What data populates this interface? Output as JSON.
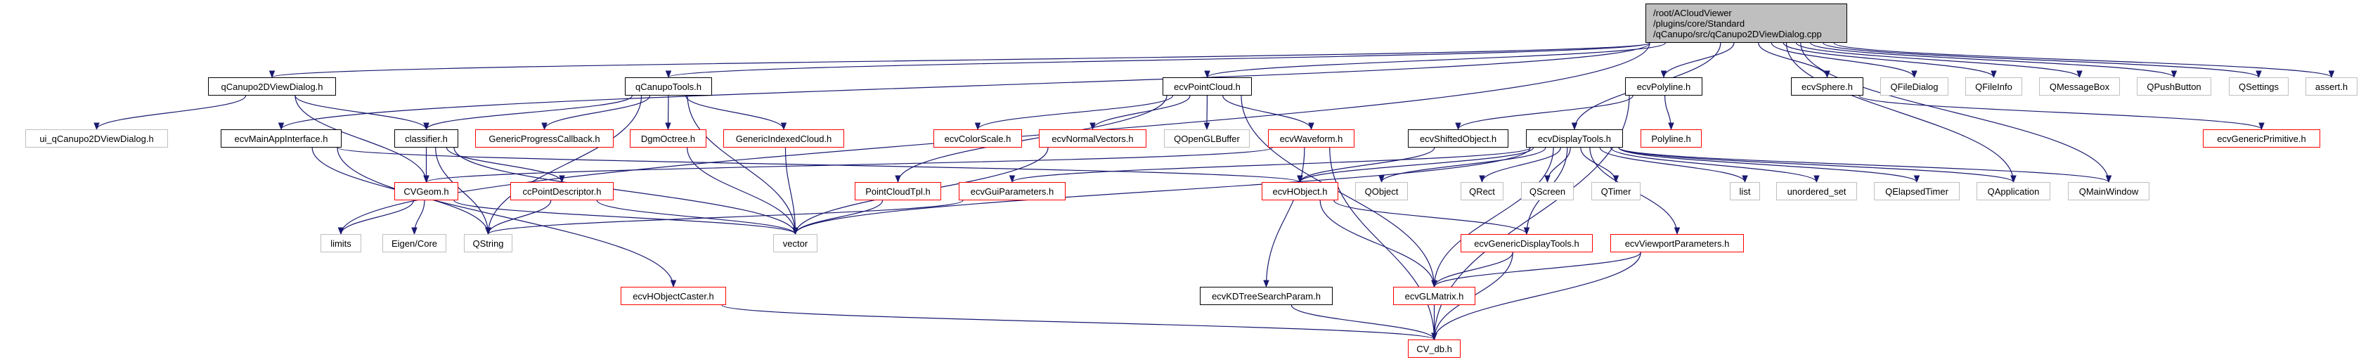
{
  "colors": {
    "edge": "#191970",
    "documented": "#000000",
    "undocumented": "#ff0000",
    "external": "#bfbfbf",
    "root_fill": "#bfbfbf"
  },
  "root": {
    "id": "root",
    "lines": [
      "/root/ACloudViewer",
      "/plugins/core/Standard",
      "/qCanupo/src/qCanupo2DViewDialog.cpp"
    ]
  },
  "nodes": [
    {
      "id": "qCanupo2DViewDialog",
      "label": "qCanupo2DViewDialog.h",
      "kind": "black"
    },
    {
      "id": "qCanupoTools",
      "label": "qCanupoTools.h",
      "kind": "black"
    },
    {
      "id": "ecvPointCloud",
      "label": "ecvPointCloud.h",
      "kind": "black"
    },
    {
      "id": "ecvPolyline",
      "label": "ecvPolyline.h",
      "kind": "black"
    },
    {
      "id": "ecvSphere",
      "label": "ecvSphere.h",
      "kind": "black"
    },
    {
      "id": "QFileDialog",
      "label": "QFileDialog",
      "kind": "gray"
    },
    {
      "id": "QFileInfo",
      "label": "QFileInfo",
      "kind": "gray"
    },
    {
      "id": "QMessageBox",
      "label": "QMessageBox",
      "kind": "gray"
    },
    {
      "id": "QPushButton",
      "label": "QPushButton",
      "kind": "gray"
    },
    {
      "id": "QSettings",
      "label": "QSettings",
      "kind": "gray"
    },
    {
      "id": "assert",
      "label": "assert.h",
      "kind": "gray"
    },
    {
      "id": "ui_qCanupo2DViewDialog",
      "label": "ui_qCanupo2DViewDialog.h",
      "kind": "gray"
    },
    {
      "id": "ecvMainAppInterface",
      "label": "ecvMainAppInterface.h",
      "kind": "black"
    },
    {
      "id": "classifier",
      "label": "classifier.h",
      "kind": "black"
    },
    {
      "id": "GenericProgressCallback",
      "label": "GenericProgressCallback.h",
      "kind": "red"
    },
    {
      "id": "DgmOctree",
      "label": "DgmOctree.h",
      "kind": "red"
    },
    {
      "id": "GenericIndexedCloud",
      "label": "GenericIndexedCloud.h",
      "kind": "red"
    },
    {
      "id": "ecvColorScale",
      "label": "ecvColorScale.h",
      "kind": "red"
    },
    {
      "id": "ecvNormalVectors",
      "label": "ecvNormalVectors.h",
      "kind": "red"
    },
    {
      "id": "QOpenGLBuffer",
      "label": "QOpenGLBuffer",
      "kind": "gray"
    },
    {
      "id": "ecvWaveform",
      "label": "ecvWaveform.h",
      "kind": "red"
    },
    {
      "id": "ecvShiftedObject",
      "label": "ecvShiftedObject.h",
      "kind": "black"
    },
    {
      "id": "ecvDisplayTools",
      "label": "ecvDisplayTools.h",
      "kind": "black"
    },
    {
      "id": "Polyline",
      "label": "Polyline.h",
      "kind": "red"
    },
    {
      "id": "ecvGenericPrimitive",
      "label": "ecvGenericPrimitive.h",
      "kind": "red"
    },
    {
      "id": "CVGeom",
      "label": "CVGeom.h",
      "kind": "red"
    },
    {
      "id": "ccPointDescriptor",
      "label": "ccPointDescriptor.h",
      "kind": "red"
    },
    {
      "id": "PointCloudTpl",
      "label": "PointCloudTpl.h",
      "kind": "red"
    },
    {
      "id": "ecvGuiParameters",
      "label": "ecvGuiParameters.h",
      "kind": "red"
    },
    {
      "id": "ecvHObject",
      "label": "ecvHObject.h",
      "kind": "red"
    },
    {
      "id": "QObject",
      "label": "QObject",
      "kind": "gray"
    },
    {
      "id": "QRect",
      "label": "QRect",
      "kind": "gray"
    },
    {
      "id": "QScreen",
      "label": "QScreen",
      "kind": "gray"
    },
    {
      "id": "QTimer",
      "label": "QTimer",
      "kind": "gray"
    },
    {
      "id": "list",
      "label": "list",
      "kind": "gray"
    },
    {
      "id": "unordered_set",
      "label": "unordered_set",
      "kind": "gray"
    },
    {
      "id": "QElapsedTimer",
      "label": "QElapsedTimer",
      "kind": "gray"
    },
    {
      "id": "QApplication",
      "label": "QApplication",
      "kind": "gray"
    },
    {
      "id": "QMainWindow",
      "label": "QMainWindow",
      "kind": "gray"
    },
    {
      "id": "limits",
      "label": "limits",
      "kind": "gray"
    },
    {
      "id": "EigenCore",
      "label": "Eigen/Core",
      "kind": "gray"
    },
    {
      "id": "QString",
      "label": "QString",
      "kind": "gray"
    },
    {
      "id": "vector",
      "label": "vector",
      "kind": "gray"
    },
    {
      "id": "ecvGenericDisplayTools",
      "label": "ecvGenericDisplayTools.h",
      "kind": "red"
    },
    {
      "id": "ecvViewportParameters",
      "label": "ecvViewportParameters.h",
      "kind": "red"
    },
    {
      "id": "ecvHObjectCaster",
      "label": "ecvHObjectCaster.h",
      "kind": "red"
    },
    {
      "id": "ecvKDTreeSearchParam",
      "label": "ecvKDTreeSearchParam.h",
      "kind": "black"
    },
    {
      "id": "ecvGLMatrix",
      "label": "ecvGLMatrix.h",
      "kind": "red"
    },
    {
      "id": "CV_db",
      "label": "CV_db.h",
      "kind": "red"
    }
  ],
  "edges": [
    [
      "root",
      "qCanupo2DViewDialog"
    ],
    [
      "root",
      "qCanupoTools"
    ],
    [
      "root",
      "ecvMainAppInterface"
    ],
    [
      "root",
      "limits"
    ],
    [
      "root",
      "ecvPointCloud"
    ],
    [
      "root",
      "ecvPolyline"
    ],
    [
      "root",
      "ecvDisplayTools"
    ],
    [
      "root",
      "ecvSphere"
    ],
    [
      "root",
      "QFileDialog"
    ],
    [
      "root",
      "QFileInfo"
    ],
    [
      "root",
      "QMessageBox"
    ],
    [
      "root",
      "QPushButton"
    ],
    [
      "root",
      "QSettings"
    ],
    [
      "root",
      "assert"
    ],
    [
      "root",
      "QApplication"
    ],
    [
      "root",
      "QMainWindow"
    ],
    [
      "qCanupo2DViewDialog",
      "ui_qCanupo2DViewDialog"
    ],
    [
      "qCanupo2DViewDialog",
      "classifier"
    ],
    [
      "qCanupo2DViewDialog",
      "CVGeom"
    ],
    [
      "qCanupoTools",
      "classifier"
    ],
    [
      "qCanupoTools",
      "GenericProgressCallback"
    ],
    [
      "qCanupoTools",
      "DgmOctree"
    ],
    [
      "qCanupoTools",
      "GenericIndexedCloud"
    ],
    [
      "qCanupoTools",
      "QString"
    ],
    [
      "qCanupoTools",
      "vector"
    ],
    [
      "ecvMainAppInterface",
      "QString"
    ],
    [
      "ecvMainAppInterface",
      "ecvHObjectCaster"
    ],
    [
      "ecvMainAppInterface",
      "ecvHObject"
    ],
    [
      "classifier",
      "CVGeom"
    ],
    [
      "classifier",
      "ccPointDescriptor"
    ],
    [
      "classifier",
      "QString"
    ],
    [
      "classifier",
      "vector"
    ],
    [
      "CVGeom",
      "limits"
    ],
    [
      "CVGeom",
      "EigenCore"
    ],
    [
      "CVGeom",
      "vector"
    ],
    [
      "ccPointDescriptor",
      "QString"
    ],
    [
      "ccPointDescriptor",
      "vector"
    ],
    [
      "DgmOctree",
      "vector"
    ],
    [
      "GenericIndexedCloud",
      "vector"
    ],
    [
      "ecvHObjectCaster",
      "CV_db"
    ],
    [
      "ecvPointCloud",
      "PointCloudTpl"
    ],
    [
      "ecvPointCloud",
      "ecvColorScale"
    ],
    [
      "ecvPointCloud",
      "ecvNormalVectors"
    ],
    [
      "ecvPointCloud",
      "QOpenGLBuffer"
    ],
    [
      "ecvPointCloud",
      "ecvWaveform"
    ],
    [
      "ecvPointCloud",
      "ecvGLMatrix"
    ],
    [
      "ecvNormalVectors",
      "vector"
    ],
    [
      "PointCloudTpl",
      "vector"
    ],
    [
      "ecvGuiParameters",
      "QString"
    ],
    [
      "ecvWaveform",
      "CVGeom"
    ],
    [
      "ecvWaveform",
      "ecvKDTreeSearchParam"
    ],
    [
      "ecvWaveform",
      "CV_db"
    ],
    [
      "ecvShiftedObject",
      "ecvHObject"
    ],
    [
      "ecvDisplayTools",
      "ecvGuiParameters"
    ],
    [
      "ecvDisplayTools",
      "ecvHObject"
    ],
    [
      "ecvDisplayTools",
      "QObject"
    ],
    [
      "ecvDisplayTools",
      "QRect"
    ],
    [
      "ecvDisplayTools",
      "QScreen"
    ],
    [
      "ecvDisplayTools",
      "QTimer"
    ],
    [
      "ecvDisplayTools",
      "list"
    ],
    [
      "ecvDisplayTools",
      "unordered_set"
    ],
    [
      "ecvDisplayTools",
      "QElapsedTimer"
    ],
    [
      "ecvDisplayTools",
      "QApplication"
    ],
    [
      "ecvDisplayTools",
      "QMainWindow"
    ],
    [
      "ecvDisplayTools",
      "ecvGenericDisplayTools"
    ],
    [
      "ecvDisplayTools",
      "ecvViewportParameters"
    ],
    [
      "ecvDisplayTools",
      "ecvGLMatrix"
    ],
    [
      "ecvDisplayTools",
      "vector"
    ],
    [
      "ecvHObject",
      "ecvGLMatrix"
    ],
    [
      "ecvHObject",
      "ecvGenericDisplayTools"
    ],
    [
      "ecvGenericDisplayTools",
      "ecvGLMatrix"
    ],
    [
      "ecvGenericDisplayTools",
      "CV_db"
    ],
    [
      "ecvViewportParameters",
      "ecvGLMatrix"
    ],
    [
      "ecvViewportParameters",
      "CV_db"
    ],
    [
      "ecvKDTreeSearchParam",
      "CV_db"
    ],
    [
      "ecvGLMatrix",
      "CV_db"
    ],
    [
      "ecvPolyline",
      "ecvShiftedObject"
    ],
    [
      "ecvPolyline",
      "Polyline"
    ],
    [
      "ecvPolyline",
      "CV_db"
    ],
    [
      "ecvSphere",
      "ecvGenericPrimitive"
    ]
  ]
}
